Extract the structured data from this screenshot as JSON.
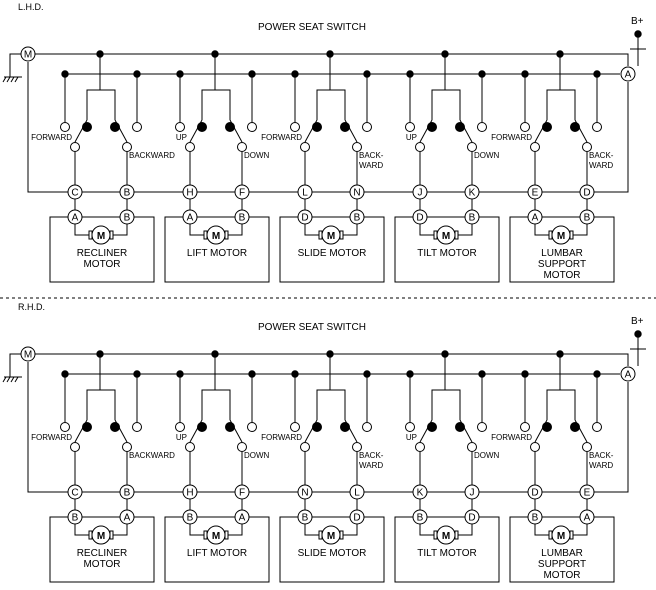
{
  "sections": [
    {
      "heading": "L.H.D.",
      "switch_title": "POWER SEAT SWITCH",
      "battery": "B+",
      "m_terminal": "M",
      "a_terminal": "A",
      "groups": [
        {
          "left_dir": "FORWARD",
          "right_dir": "BACKWARD",
          "conn_left": "C",
          "conn_right": "B",
          "motor_left": "A",
          "motor_right": "B",
          "motor_name": "RECLINER\nMOTOR"
        },
        {
          "left_dir": "UP",
          "right_dir": "DOWN",
          "conn_left": "H",
          "conn_right": "F",
          "motor_left": "A",
          "motor_right": "B",
          "motor_name": "LIFT MOTOR"
        },
        {
          "left_dir": "FORWARD",
          "right_dir": "BACK-\nWARD",
          "conn_left": "L",
          "conn_right": "N",
          "motor_left": "D",
          "motor_right": "B",
          "motor_name": "SLIDE MOTOR"
        },
        {
          "left_dir": "UP",
          "right_dir": "DOWN",
          "conn_left": "J",
          "conn_right": "K",
          "motor_left": "D",
          "motor_right": "B",
          "motor_name": "TILT MOTOR"
        },
        {
          "left_dir": "FORWARD",
          "right_dir": "BACK-\nWARD",
          "conn_left": "E",
          "conn_right": "D",
          "motor_left": "A",
          "motor_right": "B",
          "motor_name": "LUMBAR\nSUPPORT\nMOTOR"
        }
      ]
    },
    {
      "heading": "R.H.D.",
      "switch_title": "POWER SEAT SWITCH",
      "battery": "B+",
      "m_terminal": "M",
      "a_terminal": "A",
      "groups": [
        {
          "left_dir": "FORWARD",
          "right_dir": "BACKWARD",
          "conn_left": "C",
          "conn_right": "B",
          "motor_left": "B",
          "motor_right": "A",
          "motor_name": "RECLINER\nMOTOR"
        },
        {
          "left_dir": "UP",
          "right_dir": "DOWN",
          "conn_left": "H",
          "conn_right": "F",
          "motor_left": "B",
          "motor_right": "A",
          "motor_name": "LIFT MOTOR"
        },
        {
          "left_dir": "FORWARD",
          "right_dir": "BACK-\nWARD",
          "conn_left": "N",
          "conn_right": "L",
          "motor_left": "B",
          "motor_right": "D",
          "motor_name": "SLIDE MOTOR"
        },
        {
          "left_dir": "UP",
          "right_dir": "DOWN",
          "conn_left": "K",
          "conn_right": "J",
          "motor_left": "B",
          "motor_right": "D",
          "motor_name": "TILT MOTOR"
        },
        {
          "left_dir": "FORWARD",
          "right_dir": "BACK-\nWARD",
          "conn_left": "D",
          "conn_right": "E",
          "motor_left": "B",
          "motor_right": "A",
          "motor_name": "LUMBAR\nSUPPORT\nMOTOR"
        }
      ]
    }
  ],
  "motor_symbol": "M"
}
